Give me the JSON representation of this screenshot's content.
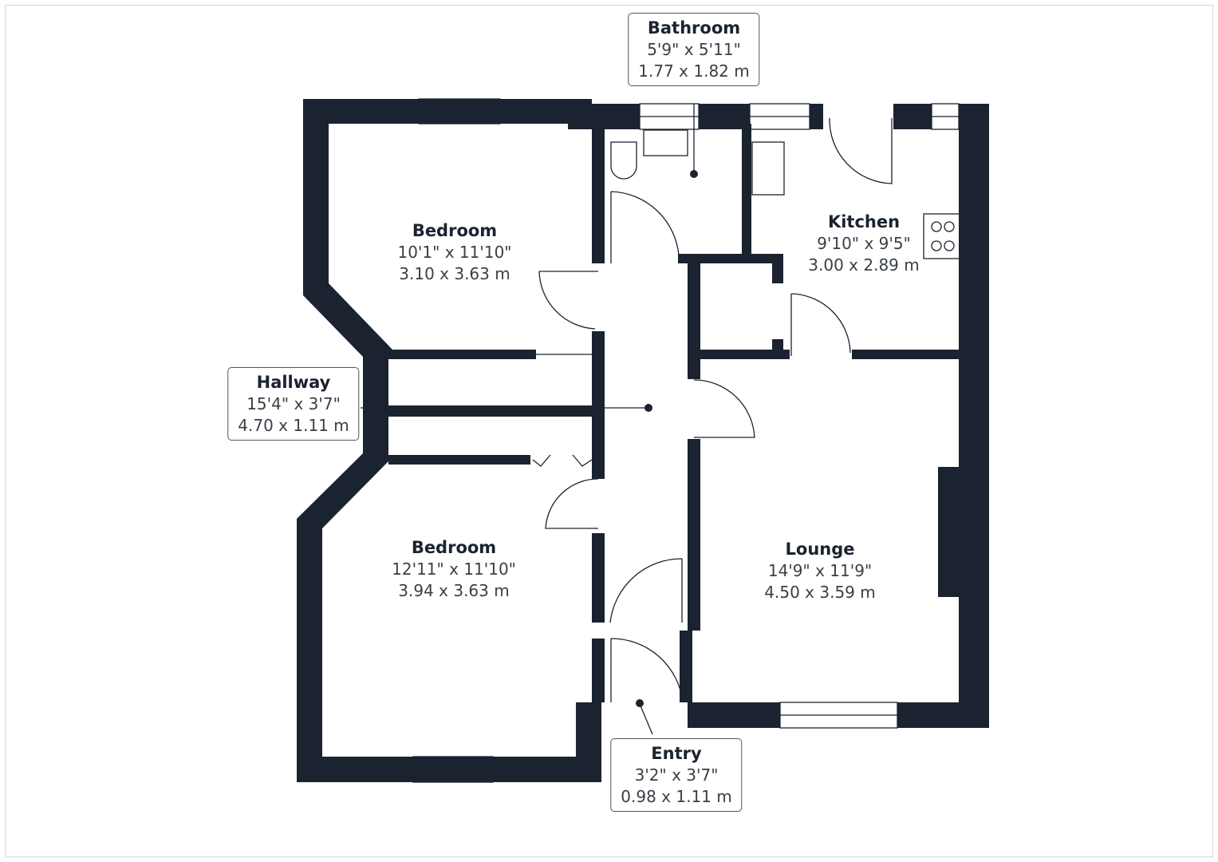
{
  "colors": {
    "wall": "#1b2330",
    "background": "#ffffff",
    "label": "#1b2330"
  },
  "rooms": [
    {
      "name": "Bathroom",
      "imperial": "5'9\" x 5'11\"",
      "metric": "1.77 x 1.82 m"
    },
    {
      "name": "Bedroom",
      "imperial": "10'1\" x 11'10\"",
      "metric": "3.10 x 3.63 m"
    },
    {
      "name": "Kitchen",
      "imperial": "9'10\" x 9'5\"",
      "metric": "3.00 x 2.89 m"
    },
    {
      "name": "Hallway",
      "imperial": "15'4\" x 3'7\"",
      "metric": "4.70 x 1.11 m"
    },
    {
      "name": "Bedroom",
      "imperial": "12'11\" x 11'10\"",
      "metric": "3.94 x 3.63 m"
    },
    {
      "name": "Lounge",
      "imperial": "14'9\" x 11'9\"",
      "metric": "4.50 x 3.59 m"
    },
    {
      "name": "Entry",
      "imperial": "3'2\" x 3'7\"",
      "metric": "0.98 x 1.11 m"
    }
  ]
}
